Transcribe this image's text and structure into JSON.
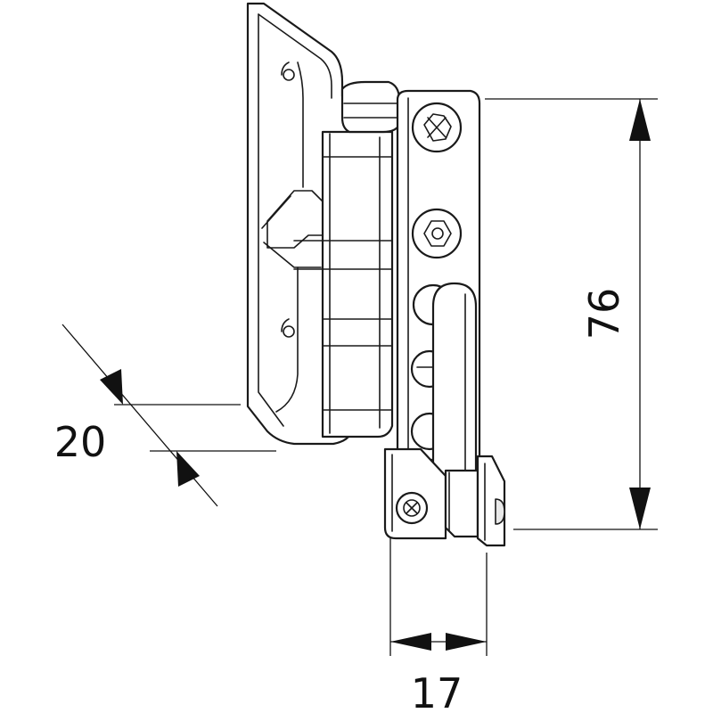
{
  "dimensions": {
    "height": "76",
    "thickness": "20",
    "width": "17"
  },
  "colors": {
    "line": "#1a1a1a",
    "background": "#ffffff"
  }
}
